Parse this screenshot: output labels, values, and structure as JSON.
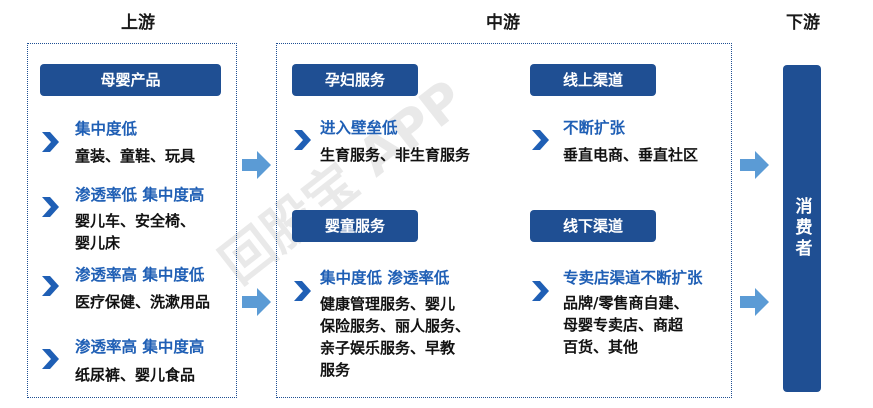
{
  "columns": {
    "upstream": "上游",
    "midstream": "中游",
    "downstream": "下游"
  },
  "watermark": "回股宝 APP",
  "upstream": {
    "header": "母婴产品",
    "items": [
      {
        "title": "集中度低",
        "lines": [
          "童装、童鞋、玩具"
        ]
      },
      {
        "title": "渗透率低 集中度高",
        "lines": [
          "婴儿车、安全椅、",
          "婴儿床"
        ]
      },
      {
        "title": "渗透率高 集中度低",
        "lines": [
          "医疗保健、洗漱用品"
        ]
      },
      {
        "title": "渗透率高 集中度高",
        "lines": [
          "纸尿裤、婴儿食品"
        ]
      }
    ]
  },
  "midstream": {
    "pregnancy": {
      "header": "孕妇服务",
      "title": "进入壁垒低",
      "lines": [
        "生育服务、非生育服务"
      ]
    },
    "infant": {
      "header": "婴童服务",
      "title": "集中度低 渗透率低",
      "lines": [
        "健康管理服务、婴儿",
        "保险服务、丽人服务、",
        "亲子娱乐服务、早教",
        "服务"
      ]
    },
    "online": {
      "header": "线上渠道",
      "title": "不断扩张",
      "lines": [
        "垂直电商、垂直社区"
      ]
    },
    "offline": {
      "header": "线下渠道",
      "title": "专卖店渠道不断扩张",
      "lines": [
        "品牌/零售商自建、",
        "母婴专卖店、商超",
        "百货、其他"
      ]
    }
  },
  "downstream": {
    "consumer": "消费者"
  },
  "colors": {
    "navy": "#1f4f93",
    "accent_blue": "#1f5fb5",
    "arrow_blue": "#5b9bd5"
  }
}
